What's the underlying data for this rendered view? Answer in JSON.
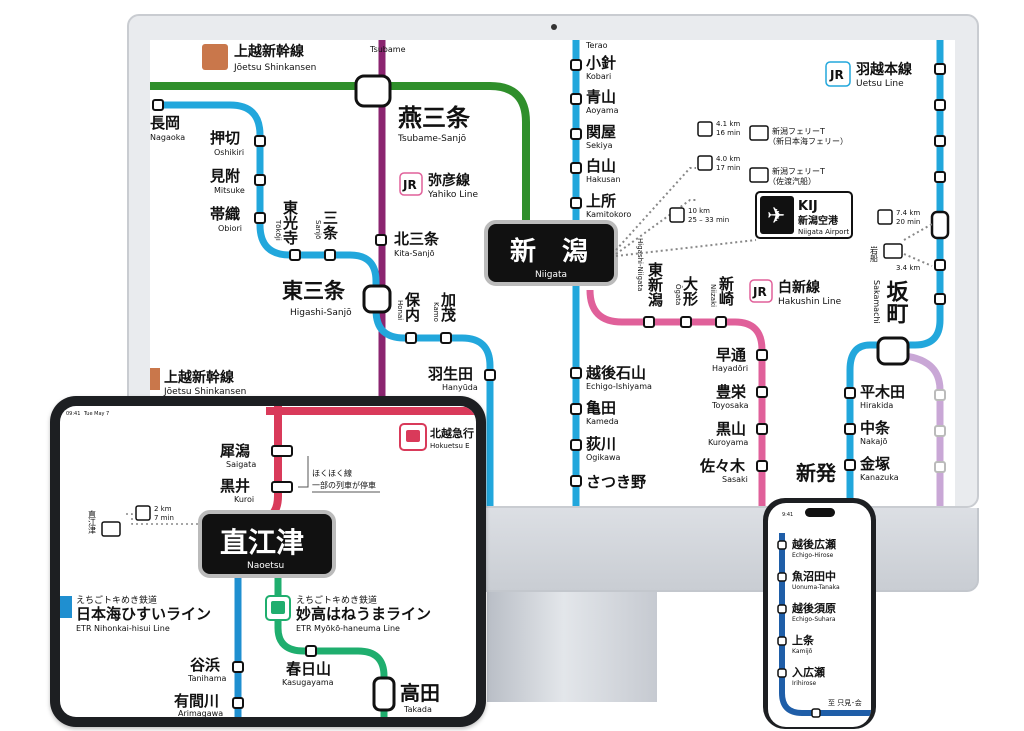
{
  "monitor": {
    "shinkansen_top": {
      "jp": "上越新幹線",
      "en": "Jōetsu Shinkansen"
    },
    "shinkansen_mid": {
      "jp": "上越新幹線",
      "en": "Jōetsu Shinkansen"
    },
    "yahiko_line": {
      "badge": "JR",
      "jp": "弥彦線",
      "en": "Yahiko Line"
    },
    "uetsu_line": {
      "badge": "JR",
      "jp": "羽越本線",
      "en": "Uetsu Line"
    },
    "hakushin_line": {
      "badge": "JR",
      "jp": "白新線",
      "en": "Hakushin Line"
    },
    "tsubame_top_en": "Tsubame",
    "terao_en": "Terao",
    "tsubame_sanjo": {
      "jp": "燕三条",
      "en": "Tsubame-Sanjō"
    },
    "higashi_sanjo": {
      "jp": "東三条",
      "en": "Higashi-Sanjō"
    },
    "niigata": {
      "jp": "新　潟",
      "en": "Niigata"
    },
    "airport": {
      "code": "KIJ",
      "jp": "新潟空港",
      "en": "Niigata Airport"
    },
    "ferry_1": {
      "distance": "4.1 km",
      "time": "16 min",
      "jp": "新潟フェリーT",
      "sub": "（新日本海フェリー）"
    },
    "ferry_2": {
      "distance": "4.0 km",
      "time": "17 min",
      "jp": "新潟フェリーT",
      "sub": "（佐渡汽船）"
    },
    "airport_bus": {
      "distance": "10 km",
      "time": "25 – 33 min"
    },
    "sakamachi_bus": {
      "distance": "7.4 km",
      "time": "20 min"
    },
    "sakamachi_walk": {
      "distance": "3.4 km",
      "jp": "岩船"
    },
    "sakamachi": {
      "jp": "坂町",
      "en": "Sakamachi"
    },
    "shin_hotsu": "新発",
    "stations_left": [
      {
        "jp": "長岡",
        "en": "Nagaoka"
      },
      {
        "jp": "押切",
        "en": "Oshikiri"
      },
      {
        "jp": "見附",
        "en": "Mitsuke"
      },
      {
        "jp": "帯織",
        "en": "Obiori"
      }
    ],
    "stations_vertical_left": [
      {
        "jp": "東光寺",
        "en": "Tōkōji"
      },
      {
        "jp": "三条",
        "en": "Sanjō"
      },
      {
        "jp": "保内",
        "en": "Honai"
      },
      {
        "jp": "加茂",
        "en": "Kamo"
      }
    ],
    "kita_sanjo": {
      "jp": "北三条",
      "en": "Kita-Sanjō"
    },
    "hanyuda": {
      "jp": "羽生田",
      "en": "Hanyūda"
    },
    "stations_echigo": [
      {
        "jp": "小針",
        "en": "Kobari"
      },
      {
        "jp": "青山",
        "en": "Aoyama"
      },
      {
        "jp": "関屋",
        "en": "Sekiya"
      },
      {
        "jp": "白山",
        "en": "Hakusan"
      },
      {
        "jp": "上所",
        "en": "Kamitokoro"
      }
    ],
    "stations_shinetsu": [
      {
        "jp": "越後石山",
        "en": "Echigo-Ishiyama"
      },
      {
        "jp": "亀田",
        "en": "Kameda"
      },
      {
        "jp": "荻川",
        "en": "Ogikawa"
      },
      {
        "jp": "さつき野",
        "en": ""
      }
    ],
    "stations_vertical_hakushin": [
      {
        "jp": "東新潟",
        "en": "Higashi-Niigata"
      },
      {
        "jp": "大形",
        "en": "Ōgata"
      },
      {
        "jp": "新崎",
        "en": "Niizaki"
      }
    ],
    "stations_hakushin": [
      {
        "jp": "早通",
        "en": "Hayadōri"
      },
      {
        "jp": "豊栄",
        "en": "Toyosaka"
      },
      {
        "jp": "黒山",
        "en": "Kuroyama"
      },
      {
        "jp": "佐々木",
        "en": "Sasaki"
      }
    ],
    "stations_uetsu": [
      {
        "jp": "平木田",
        "en": "Hirakida"
      },
      {
        "jp": "中条",
        "en": "Nakajō"
      },
      {
        "jp": "金塚",
        "en": "Kanazuka"
      }
    ]
  },
  "ipad": {
    "status_time": "09:41",
    "status_date": "Tue May 7",
    "hokuetsu": {
      "jp": "北越急行",
      "en": "Hokuetsu E"
    },
    "saigata": {
      "jp": "犀潟",
      "en": "Saigata"
    },
    "kuroi": {
      "jp": "黒井",
      "en": "Kuroi"
    },
    "note_line1": "ほくほく線",
    "note_line2": "一部の列車が停車",
    "bus": {
      "distance": "2 km",
      "time": "7 min"
    },
    "port_label": "直江津",
    "naoetsu": {
      "jp": "直江津",
      "en": "Naoetsu"
    },
    "nihonkai_line": {
      "operator": "えちごトキめき鉄道",
      "jp": "日本海ひすいライン",
      "en": "ETR Nihonkai-hisui Line"
    },
    "myoko_line": {
      "operator": "えちごトキめき鉄道",
      "jp": "妙高はねうまライン",
      "en": "ETR Myōkō-haneuma Line"
    },
    "tanihama": {
      "jp": "谷浜",
      "en": "Tanihama"
    },
    "arimagawa": {
      "jp": "有間川",
      "en": "Arimagawa"
    },
    "kasugayama": {
      "jp": "春日山",
      "en": "Kasugayama"
    },
    "takada": {
      "jp": "高田",
      "en": "Takada"
    }
  },
  "iphone": {
    "status_time": "9:41",
    "stations": [
      {
        "jp": "越後広瀬",
        "en": "Echigo-Hirose"
      },
      {
        "jp": "魚沼田中",
        "en": "Uonuma-Tanaka"
      },
      {
        "jp": "越後須原",
        "en": "Echigo-Suhara"
      },
      {
        "jp": "上条",
        "en": "Kamijō"
      },
      {
        "jp": "入広瀬",
        "en": "Irihirose"
      }
    ],
    "footer": "至 只見･会"
  },
  "colors": {
    "shinkansen_green": "#2f8f2b",
    "yahiko_purple": "#8b2570",
    "shinetsu_blue": "#22a7dc",
    "hakushin_pink": "#e0609a",
    "uetsu_lilac": "#c9a7d6",
    "echigo_red": "#d93a5a",
    "myoko_green": "#1fae6e",
    "tadami_navy": "#1f5ea8",
    "station_black": "#111111"
  }
}
